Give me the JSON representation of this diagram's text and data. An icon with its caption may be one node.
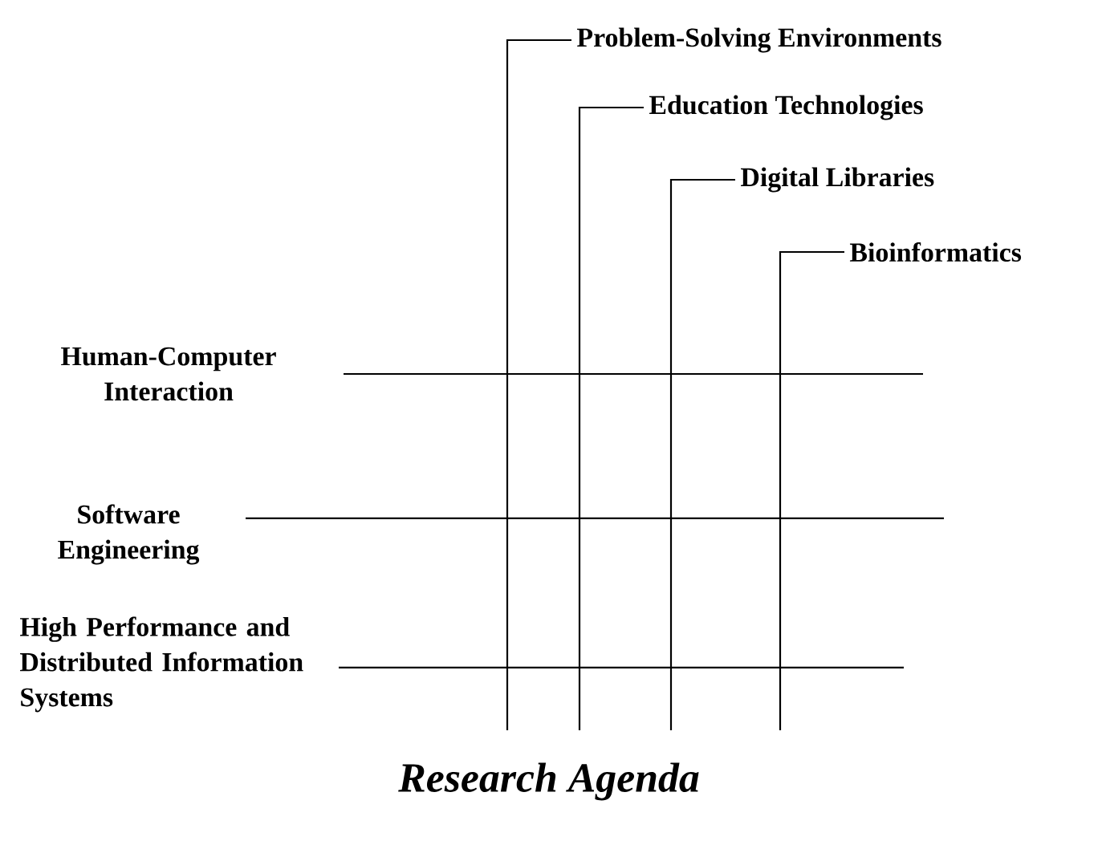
{
  "diagram": {
    "caption": "Research Agenda",
    "labels": [
      "Problem-Solving Environments",
      "Education Technologies",
      "Digital Libraries",
      "Bioinformatics",
      "Human-Computer Interaction",
      "Software Engineering",
      "High Performance and Distributed Information Systems"
    ]
  }
}
